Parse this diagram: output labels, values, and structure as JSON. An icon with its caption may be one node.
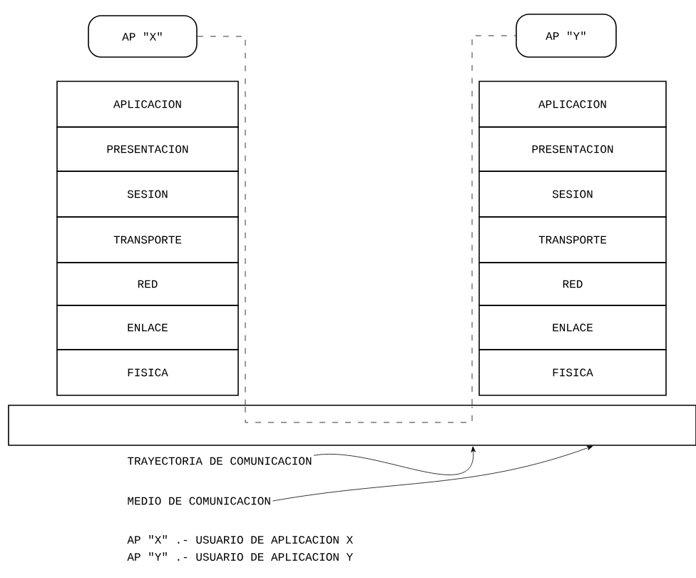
{
  "diagram": {
    "nodes": [
      {
        "text": [
          "AP \"X\""
        ]
      },
      {
        "text": [
          "APLICACION"
        ]
      },
      {
        "text": [
          "PRESENTACION"
        ]
      },
      {
        "text": [
          "SESION"
        ]
      },
      {
        "text": [
          "TRANSPORTE"
        ]
      },
      {
        "text": [
          "RED"
        ]
      },
      {
        "text": [
          "ENLACE"
        ]
      },
      {
        "text": [
          "FISICA"
        ]
      },
      {
        "text": [
          "AP \"Y\""
        ]
      },
      {
        "text": [
          "APLICACION"
        ]
      },
      {
        "text": [
          "PRESENTACION"
        ]
      },
      {
        "text": [
          "SESION"
        ]
      },
      {
        "text": [
          "TRANSPORTE"
        ]
      },
      {
        "text": [
          "RED"
        ]
      },
      {
        "text": [
          "ENLACE"
        ]
      },
      {
        "text": [
          "FISICA"
        ]
      },
      {
        "text": [],
        "shape": "bar"
      },
      {
        "text": [
          "TRAYECTORIA DE COMUNICACION"
        ]
      },
      {
        "text": [
          "MEDIO DE COMUNICACION"
        ]
      }
    ],
    "edges": [
      {
        "from": 0,
        "to": 16,
        "arrow": "none",
        "style": "dashed"
      },
      {
        "from": 16,
        "to": 8,
        "arrow": "none",
        "style": "dashed"
      },
      {
        "from": 17,
        "to": 16,
        "arrow": "to"
      },
      {
        "from": 18,
        "to": 16,
        "arrow": "to"
      }
    ],
    "labels": [
      "AP \"X\" .- USUARIO DE APLICACION X",
      "AP \"Y\" .- USUARIO DE APLICACION Y"
    ]
  }
}
